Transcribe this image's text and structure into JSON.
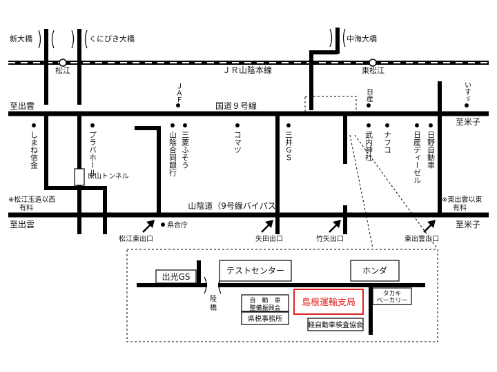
{
  "bridges": {
    "shin_ohashi": "新大橋",
    "kunibiki_ohashi": "くにびき大橋",
    "nakaumi_ohashi": "中海大橋"
  },
  "railway": {
    "name": "ＪＲ山陰本線",
    "station_matsue": "松江",
    "station_higashi_matsue": "東松江"
  },
  "route9": {
    "name": "国道９号線",
    "to_izumo": "至出雲",
    "to_yonago": "至米子"
  },
  "bypass": {
    "name": "山陰道（9号線バイパス）",
    "to_izumo": "至出雲",
    "to_yonago": "至米子",
    "note_left_line1": "※松江玉造以西",
    "note_left_line2": "有料",
    "note_right_line1": "※東出雲以東",
    "note_right_line2": "有料"
  },
  "landmarks": {
    "shimane_shinkin": "しまね信金",
    "plaba_hall": "プラバホール",
    "jaf": "ＪＡＦ",
    "sanin_godo_bank": "山陰合同銀行",
    "mitsubishi_fuso": "三菱ふそう",
    "komatsu": "コマツ",
    "mitsui_gs": "三井ＧＳ",
    "nissan": "日産",
    "takeuchi_jinja": "武内神社",
    "nafuko": "ナフコ",
    "nissan_diesel": "日産ディーゼル",
    "hino_jidosha": "日野自動車",
    "isuzu": "いすゞ",
    "tokoyama_tunnel": "床山トンネル"
  },
  "exits": {
    "matsue_higashi": "松江東出口",
    "ken_godosha": "県合庁",
    "yada_exit": "矢田出口",
    "takeya_exit": "竹矢出口",
    "higashi_izumo_exit": "東出雲出口"
  },
  "inset": {
    "idemitsu_gs": "出光GS",
    "test_center": "テストセンター",
    "honda": "ホンダ",
    "riku_bridge_line1": "陸",
    "riku_bridge_line2": "橋",
    "seibi_line1": "自　動　車",
    "seibi_line2": "整備振興会",
    "kenzei": "県税事務所",
    "shimane_office": "島根運輸支局",
    "takaki_line1": "タカキ",
    "takaki_line2": "ベーカリー",
    "keijidosha": "軽自動車検査協会"
  },
  "colors": {
    "ink": "#000000",
    "highlight": "#e02020",
    "background": "#ffffff"
  }
}
